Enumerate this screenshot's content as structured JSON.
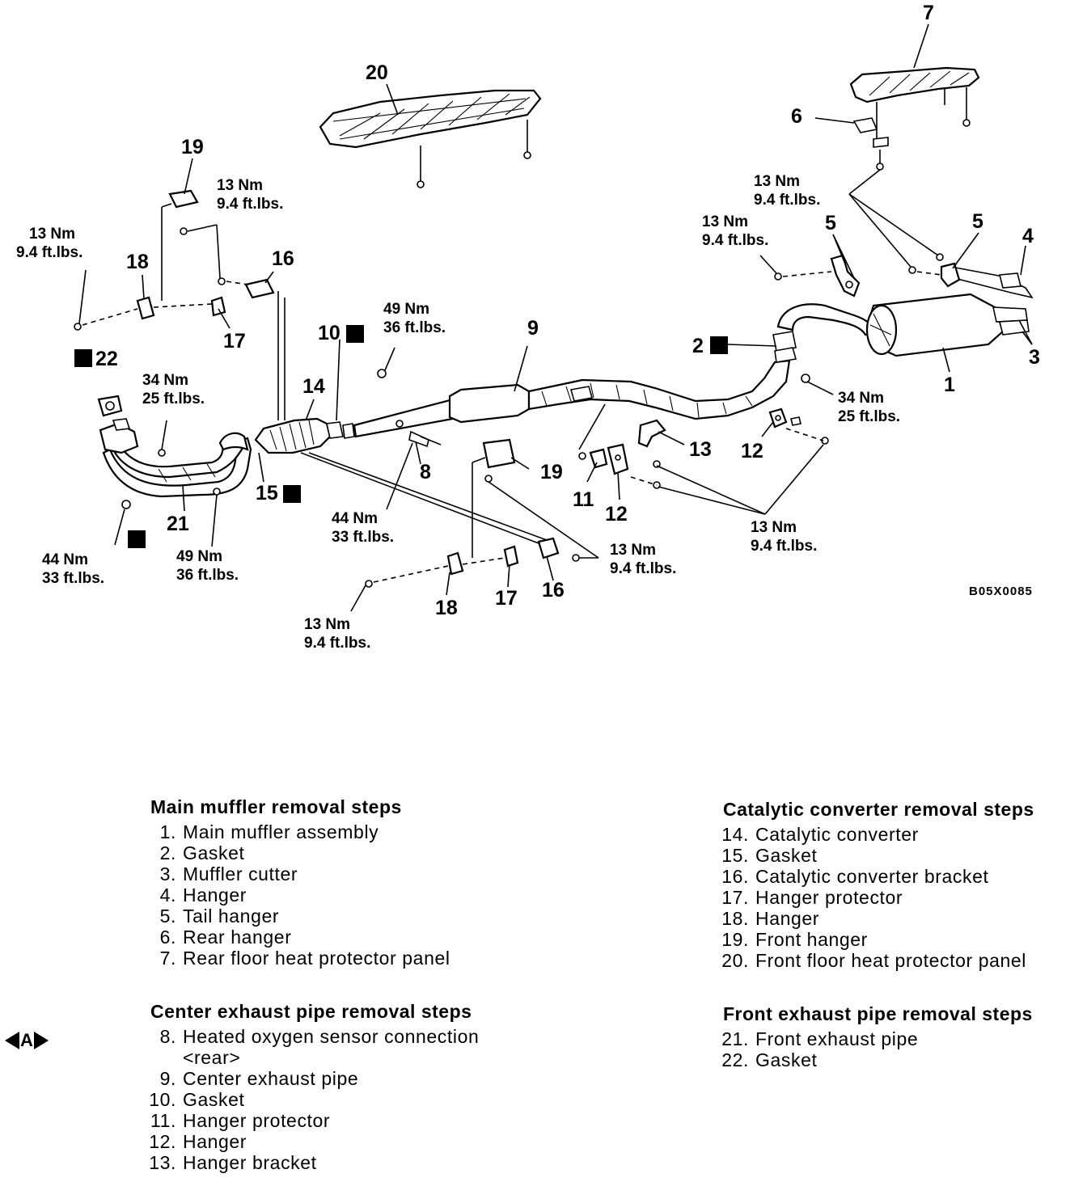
{
  "diagram": {
    "code": "B05X0085",
    "n_mark": "N",
    "callouts": {
      "c1": "1",
      "c2": "2",
      "c3": "3",
      "c4": "4",
      "c5a": "5",
      "c5b": "5",
      "c6": "6",
      "c7": "7",
      "c8": "8",
      "c9": "9",
      "c10": "10",
      "c11": "11",
      "c12a": "12",
      "c12b": "12",
      "c13": "13",
      "c14": "14",
      "c15": "15",
      "c16a": "16",
      "c16b": "16",
      "c17a": "17",
      "c17b": "17",
      "c18a": "18",
      "c18b": "18",
      "c19a": "19",
      "c19b": "19",
      "c20": "20",
      "c21": "21",
      "c22": "22"
    },
    "torques": {
      "nm13": "13 Nm",
      "ft94": "9.4 ft.lbs.",
      "nm34": "34 Nm",
      "ft25": "25 ft.lbs.",
      "nm44": "44 Nm",
      "ft33": "33 ft.lbs.",
      "nm49": "49 Nm",
      "ft36": "36 ft.lbs."
    }
  },
  "sections": {
    "main": {
      "title": "Main muffler removal steps",
      "steps": [
        {
          "no": "1.",
          "label": "Main muffler assembly"
        },
        {
          "no": "2.",
          "label": "Gasket"
        },
        {
          "no": "3.",
          "label": "Muffler cutter"
        },
        {
          "no": "4.",
          "label": "Hanger"
        },
        {
          "no": "5.",
          "label": "Tail hanger"
        },
        {
          "no": "6.",
          "label": "Rear hanger"
        },
        {
          "no": "7.",
          "label": "Rear floor heat protector panel"
        }
      ]
    },
    "center": {
      "title": "Center exhaust pipe removal steps",
      "service_mark": "A",
      "steps": [
        {
          "no": "8.",
          "label": "Heated oxygen sensor connection",
          "cont": "<rear>"
        },
        {
          "no": "9.",
          "label": "Center exhaust pipe"
        },
        {
          "no": "10.",
          "label": "Gasket"
        },
        {
          "no": "11.",
          "label": "Hanger protector"
        },
        {
          "no": "12.",
          "label": "Hanger"
        },
        {
          "no": "13.",
          "label": "Hanger bracket"
        }
      ]
    },
    "cat": {
      "title": "Catalytic converter removal steps",
      "steps": [
        {
          "no": "14.",
          "label": "Catalytic converter"
        },
        {
          "no": "15.",
          "label": "Gasket"
        },
        {
          "no": "16.",
          "label": "Catalytic converter bracket"
        },
        {
          "no": "17.",
          "label": "Hanger protector"
        },
        {
          "no": "18.",
          "label": "Hanger"
        },
        {
          "no": "19.",
          "label": "Front hanger"
        },
        {
          "no": "20.",
          "label": "Front floor heat protector panel"
        }
      ]
    },
    "front": {
      "title": "Front exhaust pipe removal steps",
      "steps": [
        {
          "no": "21.",
          "label": "Front exhaust pipe"
        },
        {
          "no": "22.",
          "label": "Gasket"
        }
      ]
    }
  }
}
